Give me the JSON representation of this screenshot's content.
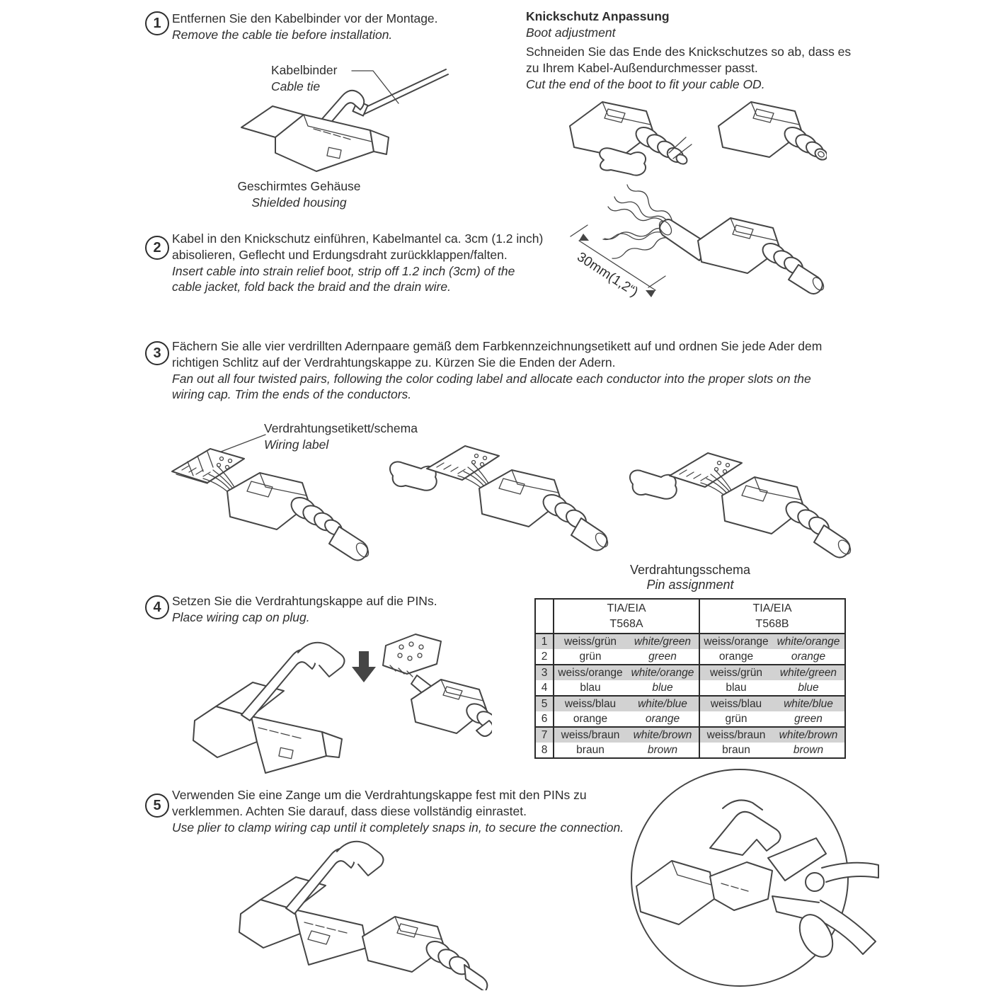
{
  "steps": [
    {
      "num": "1",
      "de": "Entfernen Sie den Kabelbinder vor der Montage.",
      "en": "Remove the cable tie before installation."
    },
    {
      "num": "2",
      "de": "Kabel in den Knickschutz einführen, Kabelmantel ca. 3cm (1.2 inch) abisolieren, Geflecht und Erdungsdraht zurückklappen/falten.",
      "en": "Insert cable into strain relief boot, strip off 1.2 inch (3cm) of the cable jacket, fold back the braid and the drain wire."
    },
    {
      "num": "3",
      "de": "Fächern Sie alle vier verdrillten Adernpaare gemäß dem Farbkennzeichnungsetikett auf und ordnen Sie jede Ader dem richtigen Schlitz auf der Verdrahtungskappe zu. Kürzen Sie die Enden der Adern.",
      "en": "Fan out all four twisted pairs, following the color coding label and allocate each conductor into the proper slots on the wiring cap. Trim the ends of the conductors."
    },
    {
      "num": "4",
      "de": "Setzen Sie die Verdrahtungskappe auf die PINs.",
      "en": "Place wiring cap on plug."
    },
    {
      "num": "5",
      "de": "Verwenden Sie eine Zange um die Verdrahtungskappe fest mit den PINs zu verklemmen. Achten Sie darauf, dass diese vollständig einrastet.",
      "en": "Use plier to clamp wiring cap until it completely snaps in, to secure the connection."
    }
  ],
  "boot_section": {
    "title_de": "Knickschutz Anpassung",
    "title_en": "Boot adjustment",
    "body_de": "Schneiden Sie das Ende des Knickschutzes so ab, dass es zu Ihrem Kabel-Außendurchmesser passt.",
    "body_en": "Cut the end of the boot to fit your cable OD."
  },
  "labels": {
    "cable_tie_de": "Kabelbinder",
    "cable_tie_en": "Cable tie",
    "shielded_de": "Geschirmtes Gehäuse",
    "shielded_en": "Shielded housing",
    "wiring_label_de": "Verdrahtungsetikett/schema",
    "wiring_label_en": "Wiring label",
    "dimension": "30mm(1,2“)"
  },
  "pin_table": {
    "title_de": "Verdrahtungsschema",
    "title_en": "Pin assignment",
    "header": {
      "a1": "TIA/EIA",
      "a2": "T568A",
      "b1": "TIA/EIA",
      "b2": "T568B"
    },
    "rows": [
      {
        "pin": "1",
        "a_de": "weiss/grün",
        "a_en": "white/green",
        "b_de": "weiss/orange",
        "b_en": "white/orange"
      },
      {
        "pin": "2",
        "a_de": "grün",
        "a_en": "green",
        "b_de": "orange",
        "b_en": "orange"
      },
      {
        "pin": "3",
        "a_de": "weiss/orange",
        "a_en": "white/orange",
        "b_de": "weiss/grün",
        "b_en": "white/green"
      },
      {
        "pin": "4",
        "a_de": "blau",
        "a_en": "blue",
        "b_de": "blau",
        "b_en": "blue"
      },
      {
        "pin": "5",
        "a_de": "weiss/blau",
        "a_en": "white/blue",
        "b_de": "weiss/blau",
        "b_en": "white/blue"
      },
      {
        "pin": "6",
        "a_de": "orange",
        "a_en": "orange",
        "b_de": "grün",
        "b_en": "green"
      },
      {
        "pin": "7",
        "a_de": "weiss/braun",
        "a_en": "white/brown",
        "b_de": "weiss/braun",
        "b_en": "white/brown"
      },
      {
        "pin": "8",
        "a_de": "braun",
        "a_en": "brown",
        "b_de": "braun",
        "b_en": "brown"
      }
    ]
  }
}
